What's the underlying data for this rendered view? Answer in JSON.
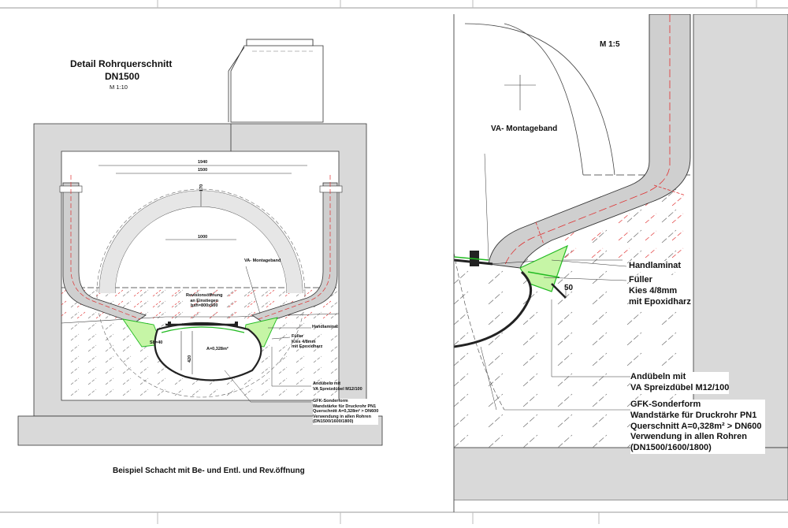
{
  "left": {
    "title": "Detail Rohrquerschnitt",
    "subtitle": "DN1500",
    "scale": "M 1:10",
    "caption": "Beispiel Schacht mit Be- und Entl. und Rev.öffnung",
    "dims": {
      "outer_width": "1940",
      "inner_width": "1500",
      "clear_width": "1000",
      "crown_height": "170",
      "height_420": "420",
      "sb": "Sb=40"
    },
    "labels": {
      "montageband": "VA- Montageband",
      "revision_1": "Revisionsöffnung",
      "revision_2": "an Einstiegen",
      "revision_3": "bxh=800x500",
      "handlaminat": "Handlaminat",
      "fueller_1": "Füller",
      "fueller_2": "Kies 4/8mm",
      "fueller_3": "mit Epoxidharz",
      "area": "A=0,328m²",
      "andubeln_1": "Andübeln mit",
      "andubeln_2": "VA Spreizdübel M12/100",
      "gfk_1": "GFK-Sonderform",
      "gfk_2": "Wandstärke für Druckrohr PN1",
      "gfk_3": "Querschnitt A=0,328m²  > DN600",
      "gfk_4": "Verwendung in allen Rohren",
      "gfk_5": "(DN1500/1600/1800)"
    }
  },
  "right": {
    "scale": "M 1:5",
    "montageband": "VA- Montageband",
    "handlaminat": "Handlaminat",
    "dim_50": "50",
    "fueller_1": "Füller",
    "fueller_2": "Kies 4/8mm",
    "fueller_3": "mit Epoxidharz",
    "andubeln_1": "Andübeln mit",
    "andubeln_2": "VA Spreizdübel M12/100",
    "gfk_1": "GFK-Sonderform",
    "gfk_2": "Wandstärke für Druckrohr PN1",
    "gfk_3": "Querschnitt A=0,328m²  > DN600",
    "gfk_4": "Verwendung in allen Rohren",
    "gfk_5": "(DN1500/1600/1800)"
  },
  "colors": {
    "concrete": "#d9d9d9",
    "pipe": "#cfcfcf",
    "filler_green": "#c6f5a6",
    "green_line": "#22bb22",
    "hatch": "#6f6f6f",
    "red_hatch": "#e03030"
  }
}
